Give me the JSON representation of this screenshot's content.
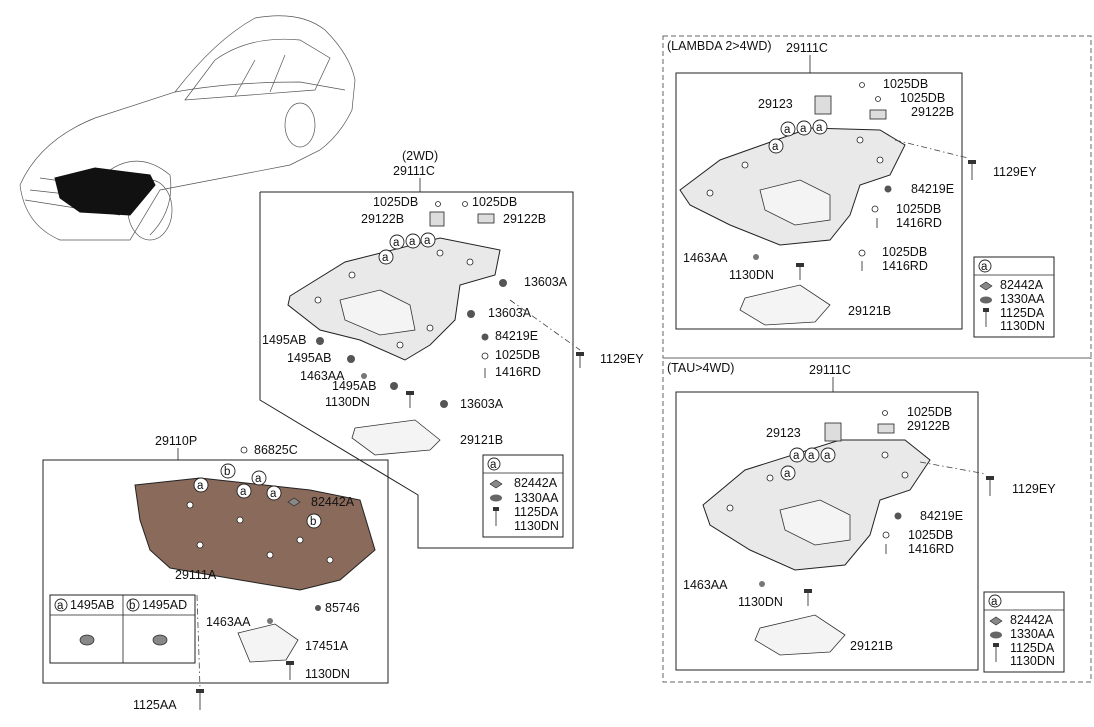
{
  "diagram": {
    "center": {
      "header": "(2WD)",
      "main": "29111C",
      "labels": [
        "1025DB",
        "1025DB",
        "29122B",
        "29122B",
        "13603A",
        "13603A",
        "13603A",
        "84219E",
        "1025DB",
        "1416RD",
        "1129EY",
        "1495AB",
        "1495AB",
        "1463AA",
        "1495AB",
        "1130DN",
        "29121B"
      ],
      "legend": {
        "key": "a",
        "rows": [
          "82442A",
          "1330AA",
          "1125DA",
          "1130DN"
        ]
      }
    },
    "left": {
      "main": "29110P",
      "labels": [
        "86825C",
        "82442A",
        "29111A",
        "85746",
        "1463AA",
        "17451A",
        "1130DN",
        "1125AA"
      ],
      "table": {
        "col1_key": "a",
        "col1": "1495AB",
        "col2_key": "b",
        "col2": "1495AD"
      }
    },
    "lambda": {
      "header": "(LAMBDA 2>4WD)",
      "main": "29111C",
      "labels": [
        "1025DB",
        "1025DB",
        "29123",
        "29122B",
        "1129EY",
        "84219E",
        "1025DB",
        "1416RD",
        "1463AA",
        "1025DB",
        "1130DN",
        "1416RD",
        "29121B"
      ],
      "legend": {
        "key": "a",
        "rows": [
          "82442A",
          "1330AA",
          "1125DA",
          "1130DN"
        ]
      }
    },
    "tau": {
      "header": "(TAU>4WD)",
      "main": "29111C",
      "labels": [
        "1025DB",
        "29123",
        "29122B",
        "1129EY",
        "84219E",
        "1025DB",
        "1416RD",
        "1463AA",
        "1130DN",
        "29121B"
      ],
      "legend": {
        "key": "a",
        "rows": [
          "82442A",
          "1330AA",
          "1125DA",
          "1130DN"
        ]
      }
    },
    "callout_a": "a",
    "callout_b": "b"
  }
}
